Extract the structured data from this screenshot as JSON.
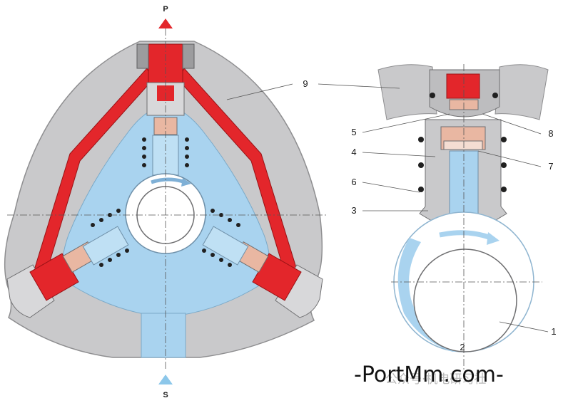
{
  "diagram": {
    "ports": {
      "pressure": "P",
      "suction": "S"
    },
    "callouts": [
      {
        "id": "9",
        "text": "9"
      },
      {
        "id": "5",
        "text": "5"
      },
      {
        "id": "8",
        "text": "8"
      },
      {
        "id": "4",
        "text": "4"
      },
      {
        "id": "7",
        "text": "7"
      },
      {
        "id": "6",
        "text": "6"
      },
      {
        "id": "3",
        "text": "3"
      },
      {
        "id": "1",
        "text": "1"
      },
      {
        "id": "2",
        "text": "2"
      }
    ],
    "watermark": {
      "main": "-PortMm.com-",
      "sub": "公众号·机电研习社"
    }
  },
  "colors": {
    "housing": "#c9c9cb",
    "housing_edge": "#8e8e90",
    "pressure": "#e3262b",
    "suction": "#a9d3ef",
    "spring": "#202020",
    "line": "#555555"
  }
}
